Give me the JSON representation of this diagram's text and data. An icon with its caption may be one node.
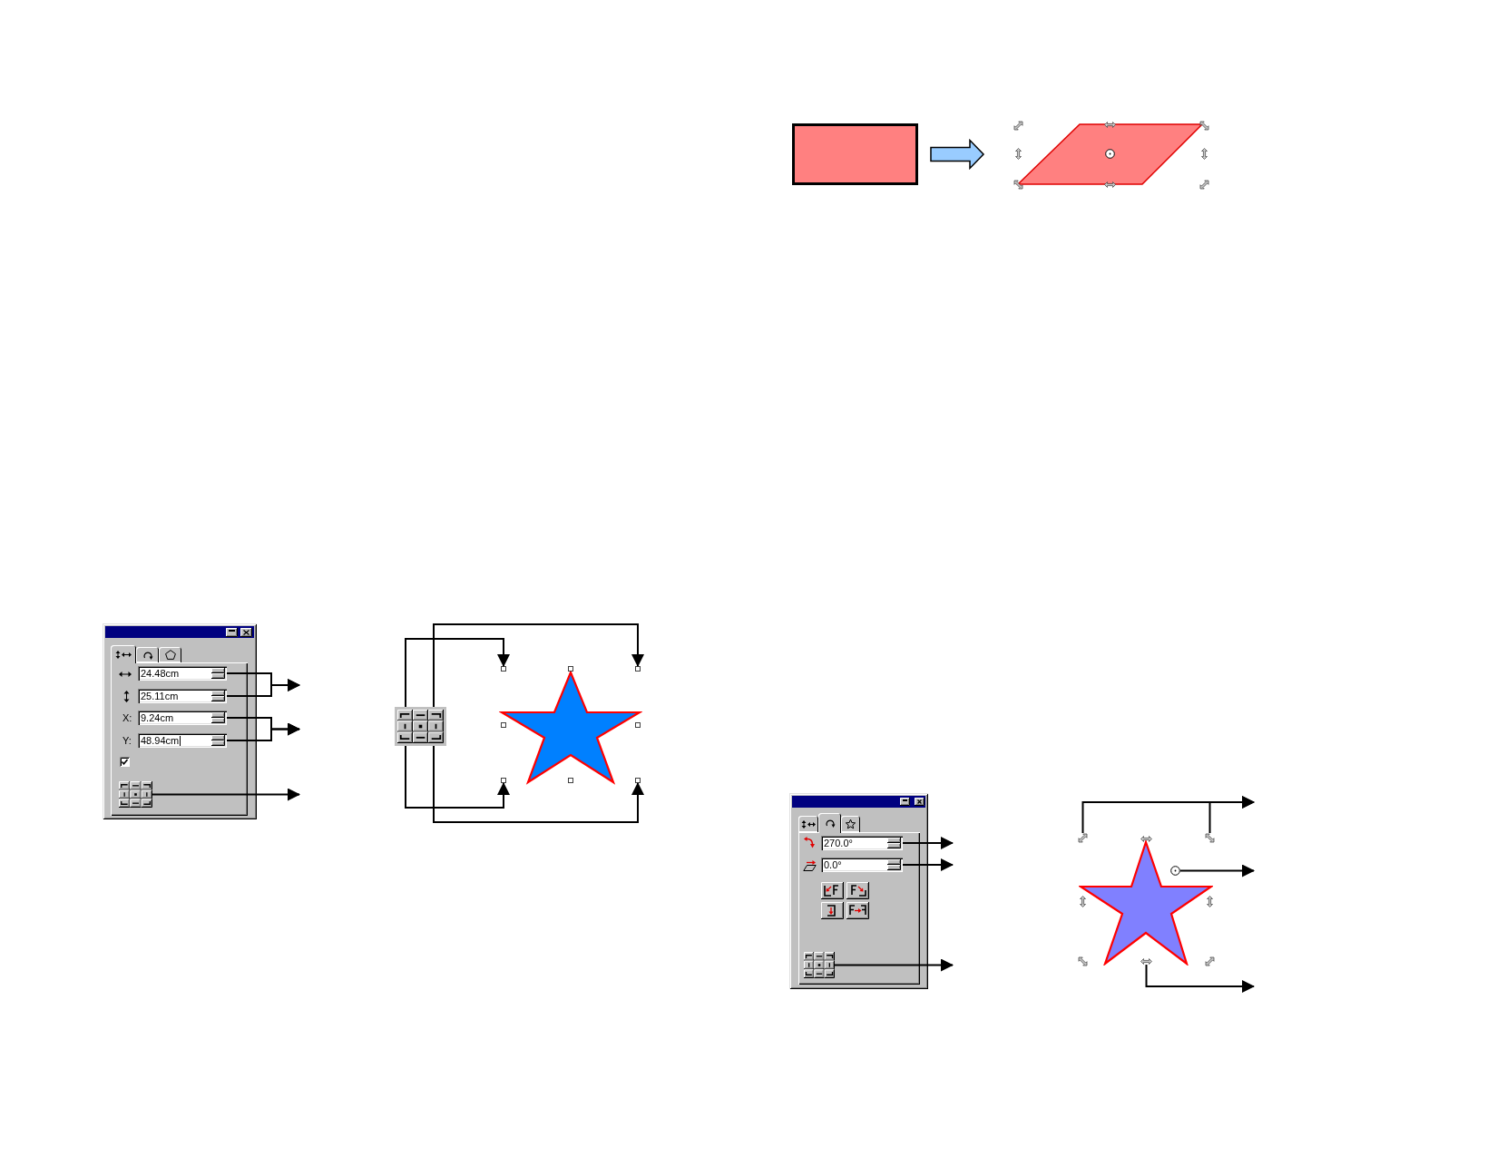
{
  "diagram": {
    "nodes": [
      {
        "text": [],
        "shape": "box"
      },
      {
        "text": [],
        "shape": "parallelogram"
      },
      {
        "text": [],
        "shape": "window"
      },
      {
        "text": [
          "24.48cm"
        ],
        "in": 2
      },
      {
        "text": [
          "25.11cm"
        ],
        "in": 2
      },
      {
        "text": [
          "9.24cm"
        ],
        "in": 2,
        "beside": [
          "X:"
        ]
      },
      {
        "text": [
          "48.94cm"
        ],
        "in": 2,
        "beside": [
          "Y:"
        ]
      },
      {
        "text": [],
        "shape": "grid",
        "in": 2
      },
      {
        "text": [],
        "shape": "grid"
      },
      {
        "text": [],
        "shape": "star"
      },
      {
        "text": [],
        "shape": "box"
      },
      {
        "text": [],
        "shape": "box"
      },
      {
        "text": [],
        "shape": "box"
      },
      {
        "text": [],
        "shape": "box"
      },
      {
        "text": [],
        "shape": "window"
      },
      {
        "text": [
          "270.0°"
        ],
        "in": 14
      },
      {
        "text": [
          "0.0°"
        ],
        "in": 14
      },
      {
        "text": [],
        "shape": "grid",
        "in": 14
      },
      {
        "text": [],
        "shape": "star"
      },
      {
        "text": [],
        "shape": "picture"
      },
      {
        "text": [],
        "shape": "picture"
      },
      {
        "text": [],
        "shape": "circle"
      },
      {
        "text": [],
        "shape": "picture"
      }
    ],
    "edges": [
      {
        "from": 0,
        "to": 1,
        "arrow": "to",
        "style": "thick",
        "color": "#99ccff"
      },
      {
        "from": 3,
        "to": null,
        "arrow": "to"
      },
      {
        "from": 4,
        "to": null,
        "arrow": "to"
      },
      {
        "from": 5,
        "to": null,
        "arrow": "to"
      },
      {
        "from": 6,
        "to": null,
        "arrow": "to"
      },
      {
        "from": 7,
        "to": null,
        "arrow": "to"
      },
      {
        "from": 8,
        "to": 10,
        "arrow": "to"
      },
      {
        "from": 8,
        "to": 11,
        "arrow": "to"
      },
      {
        "from": 8,
        "to": 12,
        "arrow": "to"
      },
      {
        "from": 8,
        "to": 13,
        "arrow": "to"
      },
      {
        "from": 15,
        "to": null,
        "arrow": "to"
      },
      {
        "from": 16,
        "to": null,
        "arrow": "to"
      },
      {
        "from": 17,
        "to": null,
        "arrow": "to"
      },
      {
        "from": 19,
        "to": null,
        "arrow": "to"
      },
      {
        "from": 20,
        "to": null,
        "arrow": "to"
      },
      {
        "from": 21,
        "to": null,
        "arrow": "to"
      },
      {
        "from": 22,
        "to": null,
        "arrow": "to"
      }
    ]
  }
}
